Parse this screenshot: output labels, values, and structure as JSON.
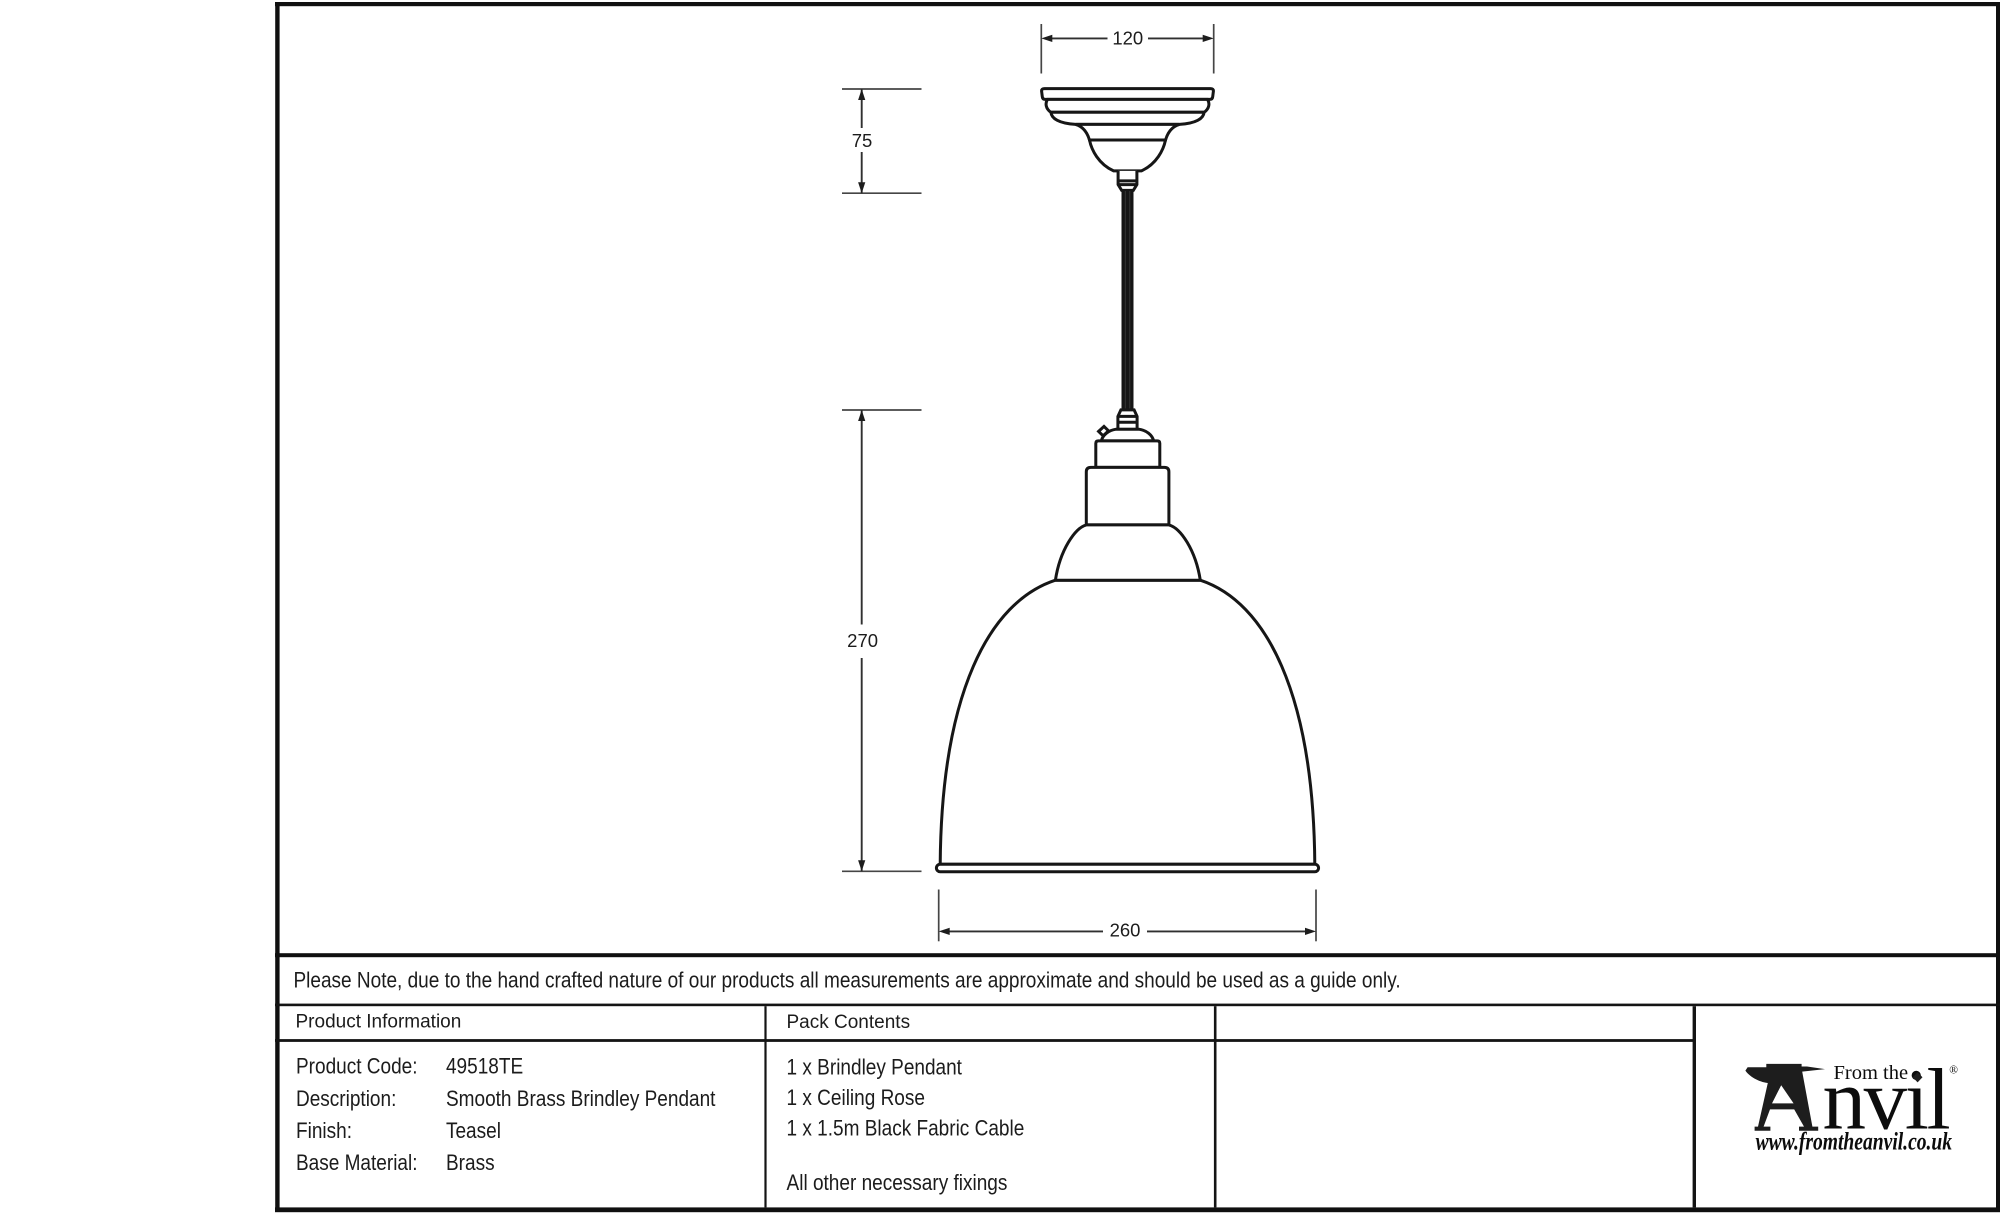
{
  "document": {
    "note": "Please Note, due to the hand crafted nature of our products all measurements are approximate and should be used as a guide only.",
    "product_information": {
      "header": "Product Information",
      "rows": [
        {
          "label": "Product Code:",
          "value": "49518TE"
        },
        {
          "label": "Description:",
          "value": "Smooth Brass Brindley Pendant"
        },
        {
          "label": "Finish:",
          "value": "Teasel"
        },
        {
          "label": "Base Material:",
          "value": "Brass"
        }
      ]
    },
    "pack_contents": {
      "header": "Pack Contents",
      "items": [
        "1 x Brindley Pendant",
        "1 x Ceiling Rose",
        "1 x 1.5m Black Fabric Cable",
        "All other necessary fixings"
      ]
    },
    "logo": {
      "brand_prefix": "From the",
      "brand_suffix": "nvil",
      "registered": "®",
      "website": "www.fromtheanvil.co.uk"
    },
    "dimensions": {
      "rose_width": "120",
      "rose_height": "75",
      "shade_height": "270",
      "shade_width": "260"
    },
    "colors": {
      "ink": "#161616",
      "background": "#ffffff"
    }
  }
}
